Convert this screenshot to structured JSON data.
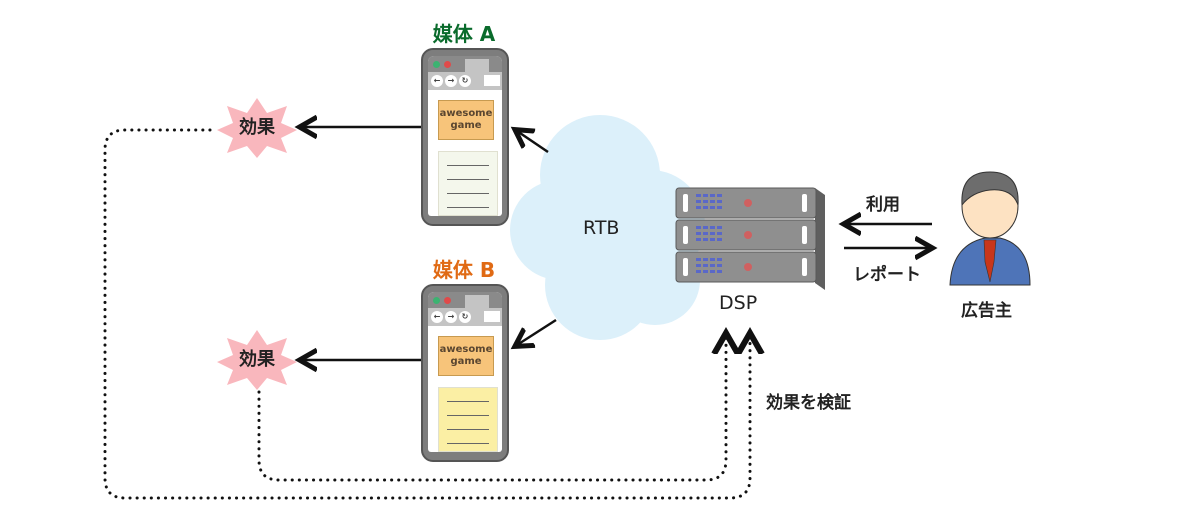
{
  "media": [
    {
      "title": "媒体 A",
      "title_color": "#0a6b2c",
      "ad_line1": "awesome",
      "ad_line2": "game",
      "content_color": "#f4f7ec"
    },
    {
      "title": "媒体 B",
      "title_color": "#e06a14",
      "ad_line1": "awesome",
      "ad_line2": "game",
      "content_color": "#fbefa4"
    }
  ],
  "effects": [
    {
      "label": "効果"
    },
    {
      "label": "効果"
    }
  ],
  "cloud": {
    "label": "RTB",
    "color": "#dcf0fa"
  },
  "server": {
    "label": "DSP"
  },
  "advertiser": {
    "label": "広告主"
  },
  "arrows": {
    "use_label": "利用",
    "report_label": "レポート",
    "verify_label": "効果を検証"
  },
  "nav_icons": [
    "arrow-left",
    "arrow-right",
    "refresh"
  ],
  "colors": {
    "burst": "#f9b7bd",
    "ad": "#f7c47a",
    "frame": "#7d7d7d",
    "shirt": "#4e74b8",
    "tie": "#c8361a",
    "skin": "#fde2c2",
    "hair": "#6d6d6d"
  }
}
